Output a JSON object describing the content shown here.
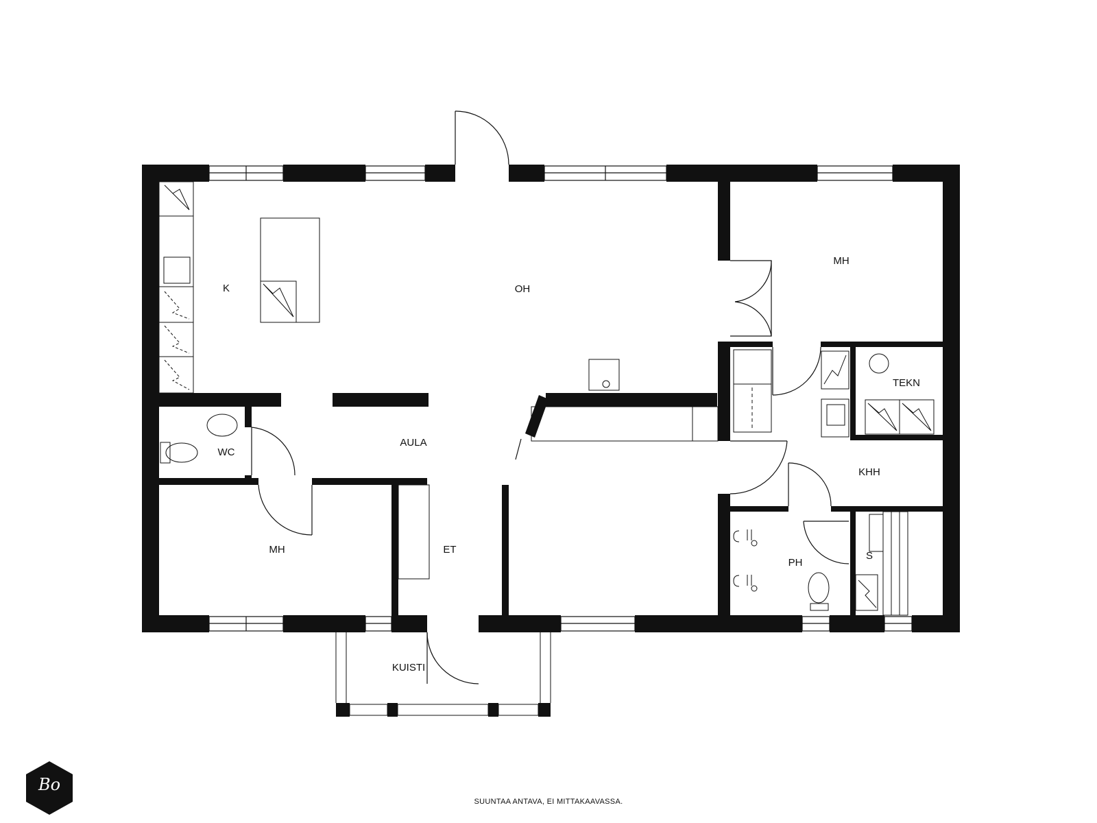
{
  "rooms": {
    "k": "K",
    "oh": "OH",
    "mh_right": "MH",
    "wc": "WC",
    "aula": "AULA",
    "tekn": "TEKN",
    "khh": "KHH",
    "mh_left": "MH",
    "et": "ET",
    "ph": "PH",
    "s": "S",
    "kuisti": "KUISTI"
  },
  "footer": {
    "note": "SUUNTAA ANTAVA, EI MITTAKAAVASSA."
  },
  "logo": {
    "text": "Bo",
    "color": "#111111"
  },
  "colors": {
    "wall": "#111111",
    "line": "#111111",
    "background": "#ffffff"
  }
}
